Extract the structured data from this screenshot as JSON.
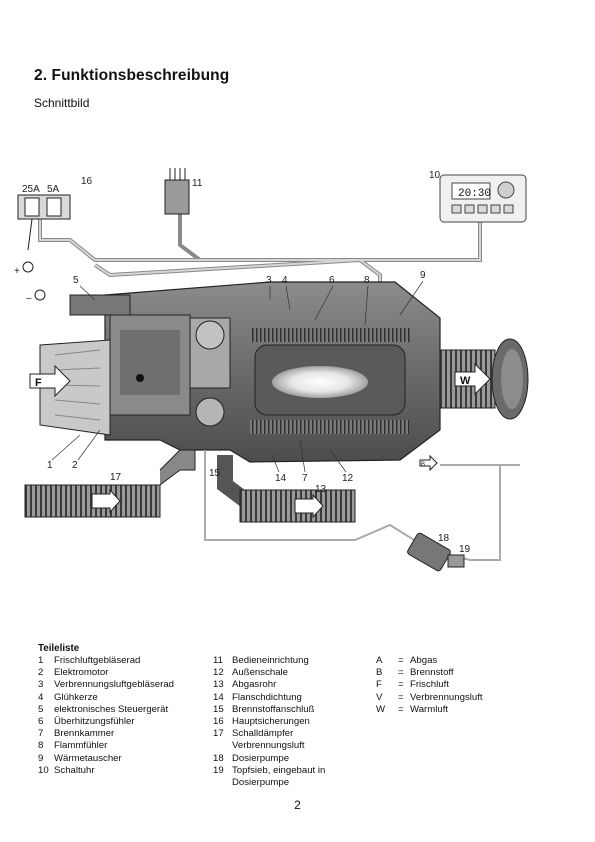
{
  "heading": "2. Funktionsbeschreibung",
  "subheading": "Schnittbild",
  "figure": {
    "callouts": [
      "1",
      "2",
      "3",
      "4",
      "5",
      "6",
      "7",
      "8",
      "9",
      "10",
      "11",
      "12",
      "13",
      "14",
      "15",
      "16",
      "17",
      "18",
      "19"
    ],
    "air_labels": {
      "F": "F",
      "W": "W",
      "B": "B"
    },
    "timer_display": "20:30",
    "fuse_labels": [
      "25A",
      "5A"
    ],
    "polarity": {
      "plus": "+",
      "minus": "–"
    }
  },
  "parts_list": {
    "heading": "Teileliste",
    "col1": [
      {
        "num": "1",
        "label": "Frischluftgebläserad"
      },
      {
        "num": "2",
        "label": "Elektromotor"
      },
      {
        "num": "3",
        "label": "Verbrennungsluftgebläserad"
      },
      {
        "num": "4",
        "label": "Glühkerze"
      },
      {
        "num": "5",
        "label": "elektronisches Steuergerät"
      },
      {
        "num": "6",
        "label": "Überhitzungsfühler"
      },
      {
        "num": "7",
        "label": "Brennkammer"
      },
      {
        "num": "8",
        "label": "Flammfühler"
      },
      {
        "num": "9",
        "label": "Wärmetauscher"
      },
      {
        "num": "10",
        "label": "Schaltuhr"
      }
    ],
    "col2": [
      {
        "num": "11",
        "label": "Bedieneinrichtung"
      },
      {
        "num": "12",
        "label": "Außenschale"
      },
      {
        "num": "13",
        "label": "Abgasrohr"
      },
      {
        "num": "14",
        "label": "Flanschdichtung"
      },
      {
        "num": "15",
        "label": "Brennstoffanschluß"
      },
      {
        "num": "16",
        "label": "Hauptsicherungen"
      },
      {
        "num": "17",
        "label": "Schalldämpfer",
        "cont": "Verbrennungsluft"
      },
      {
        "num": "18",
        "label": "Dosierpumpe"
      },
      {
        "num": "19",
        "label": "Topfsieb, eingebaut in",
        "cont": "Dosierpumpe"
      }
    ],
    "legend": [
      {
        "key": "A",
        "eq": "=",
        "label": "Abgas"
      },
      {
        "key": "B",
        "eq": "=",
        "label": "Brennstoff"
      },
      {
        "key": "F",
        "eq": "=",
        "label": "Frischluft"
      },
      {
        "key": "V",
        "eq": "=",
        "label": "Verbrennungsluft"
      },
      {
        "key": "W",
        "eq": "=",
        "label": "Warmluft"
      }
    ]
  },
  "page_number": "2"
}
